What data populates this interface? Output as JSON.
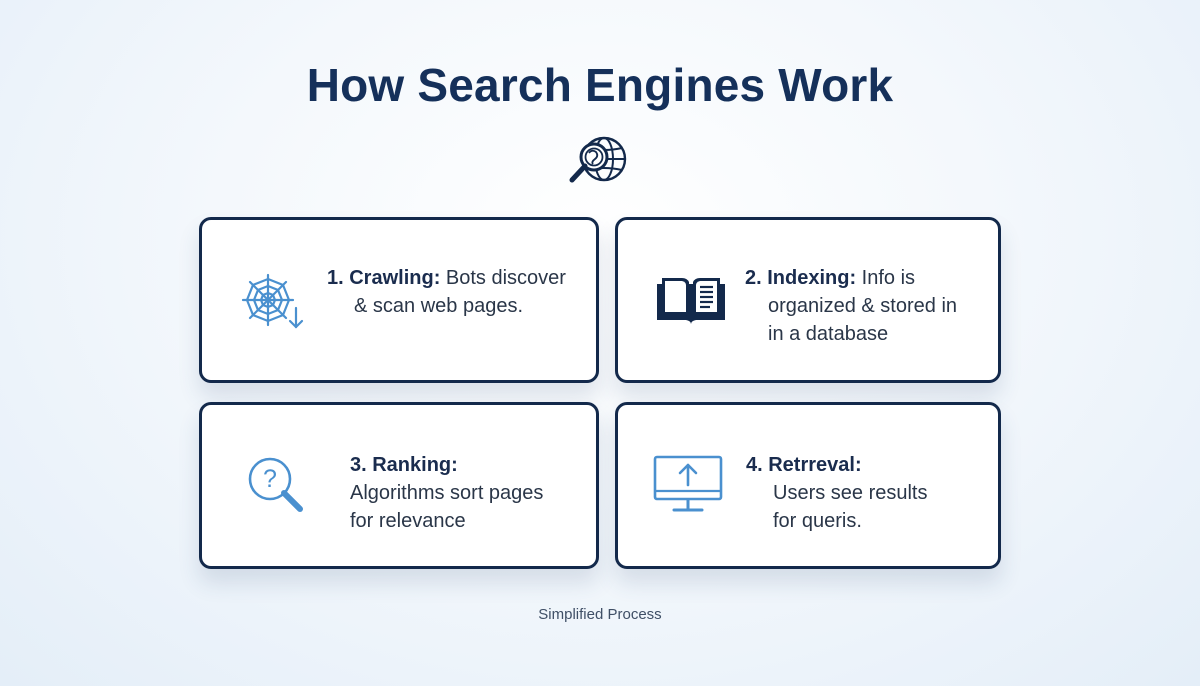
{
  "title": "How Search Engines Work",
  "header_icon": "globe-search-icon",
  "colors": {
    "title": "#15305a",
    "card_border": "#13294b",
    "icon_light": "#4a90cf",
    "icon_dark": "#13294b"
  },
  "steps": [
    {
      "icon": "spider-web-icon",
      "lead": "1. Crawling:",
      "line1_rest": " Bots discover",
      "line2": "& scan web pages."
    },
    {
      "icon": "open-book-icon",
      "lead": "2. Indexing:",
      "line1_rest": " Info is",
      "line2": "organized & stored in",
      "line3": "in a database"
    },
    {
      "icon": "question-magnifier-icon",
      "lead": "3. Ranking:",
      "line2": "Algorithms sort pages",
      "line3": "for relevance"
    },
    {
      "icon": "monitor-upload-icon",
      "lead": "4. Retrreval:",
      "line2": "Users see results",
      "line3": "for queris."
    }
  ],
  "footer": "Simplified Process"
}
